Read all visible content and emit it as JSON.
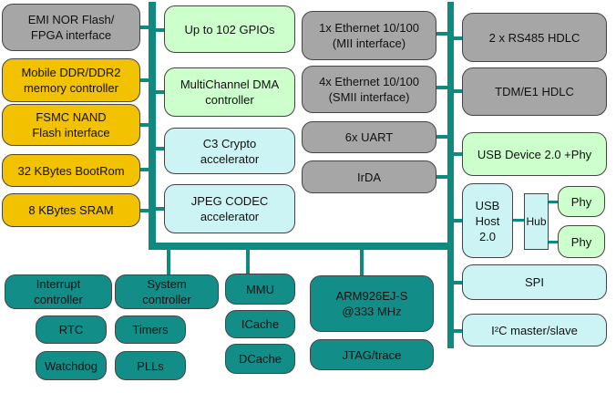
{
  "blocks": {
    "emi_nor": "EMI NOR Flash/\nFPGA interface",
    "mobile_ddr": "Mobile DDR/DDR2\nmemory controller",
    "fsmc_nand": "FSMC NAND\nFlash interface",
    "bootrom": "32 KBytes BootRom",
    "sram": "8 KBytes SRAM",
    "gpio": "Up to 102 GPIOs",
    "dma": "MultiChannel DMA\ncontroller",
    "crypto": "C3 Crypto\naccelerator",
    "jpeg": "JPEG CODEC\naccelerator",
    "eth_mii": "1x Ethernet 10/100\n(MII interface)",
    "eth_smii": "4x Ethernet 10/100\n(SMII interface)",
    "uart": "6x  UART",
    "irda": "IrDA",
    "rs485": "2 x  RS485 HDLC",
    "tdm": "TDM/E1 HDLC",
    "usb_device": "USB Device 2.0   +Phy",
    "usb_host": "USB\nHost\n2.0",
    "hub": "Hub",
    "phy1": "Phy",
    "phy2": "Phy",
    "spi": "SPI",
    "i2c": "I²C master/slave",
    "interrupt": "Interrupt\ncontroller",
    "system": "System\ncontroller",
    "rtc": "RTC",
    "timers": "Timers",
    "watchdog": "Watchdog",
    "plls": "PLLs",
    "mmu": "MMU",
    "icache": "ICache",
    "dcache": "DCache",
    "arm": "ARM926EJ-S\n@333 MHz",
    "jtag": "JTAG/trace"
  },
  "colors": {
    "bus": "#0f8a80",
    "gray": "#a6a6a6",
    "yellow": "#f2c200",
    "light_green": "#ccffcc",
    "light_cyan": "#ccf4f4",
    "teal": "#138d87"
  }
}
